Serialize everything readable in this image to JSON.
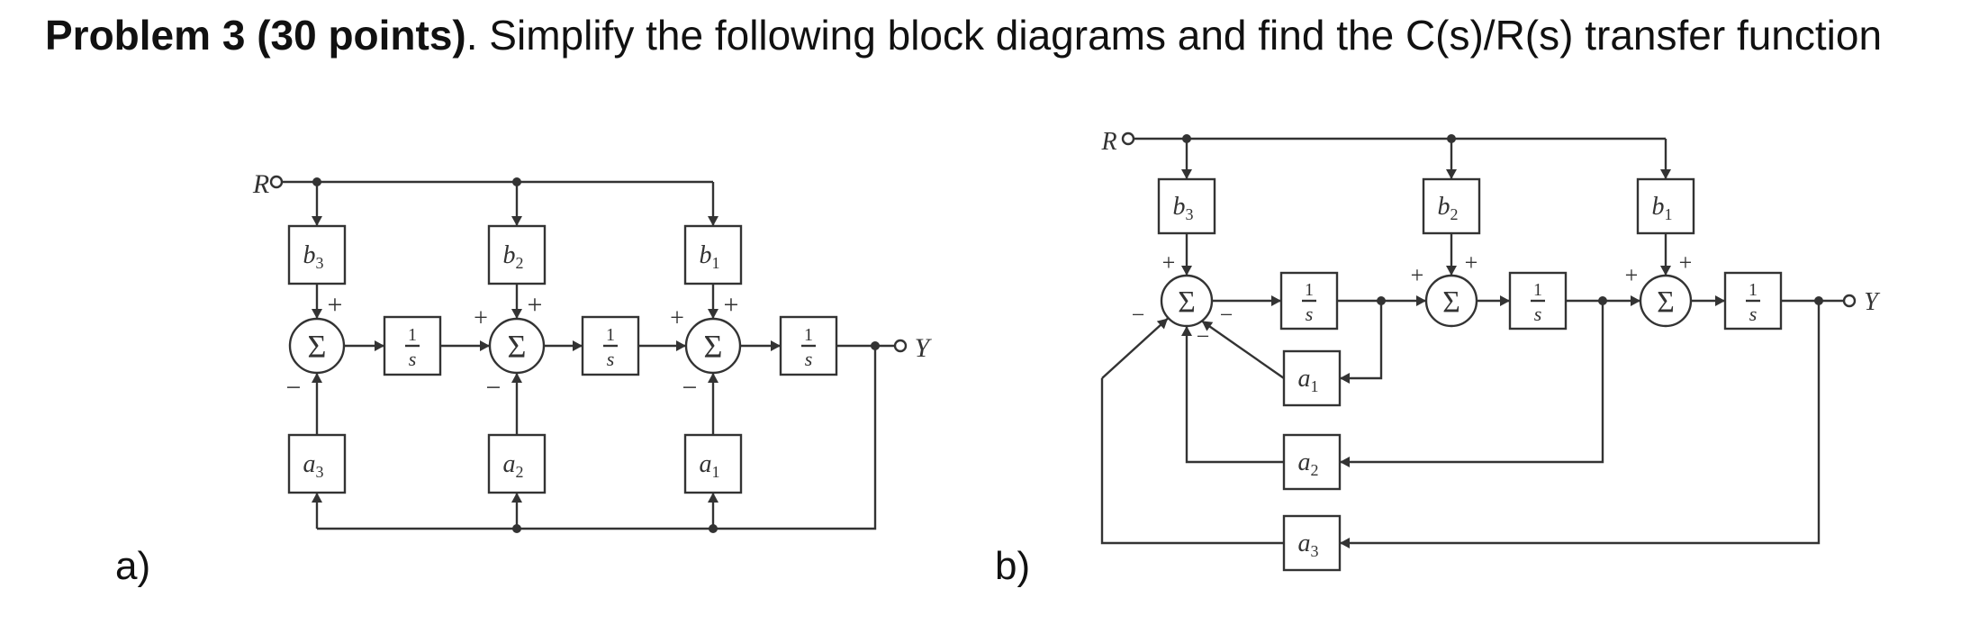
{
  "heading": {
    "bold": "Problem 3 (30 points)",
    "rest": ". Simplify the following block diagrams and find the C(s)/R(s) transfer function"
  },
  "part_a": {
    "label": "a)",
    "input": "R",
    "output": "Y",
    "b_gains": [
      {
        "v": "b",
        "s": "3"
      },
      {
        "v": "b",
        "s": "2"
      },
      {
        "v": "b",
        "s": "1"
      }
    ],
    "a_gains": [
      {
        "v": "a",
        "s": "3"
      },
      {
        "v": "a",
        "s": "2"
      },
      {
        "v": "a",
        "s": "1"
      }
    ],
    "integrator": {
      "num": "1",
      "den": "s"
    },
    "sum_symbol": "Σ",
    "plus": "+",
    "minus": "−"
  },
  "part_b": {
    "label": "b)",
    "input": "R",
    "output": "Y",
    "b_gains": [
      {
        "v": "b",
        "s": "3"
      },
      {
        "v": "b",
        "s": "2"
      },
      {
        "v": "b",
        "s": "1"
      }
    ],
    "a_gains": [
      {
        "v": "a",
        "s": "1"
      },
      {
        "v": "a",
        "s": "2"
      },
      {
        "v": "a",
        "s": "3"
      }
    ],
    "integrator": {
      "num": "1",
      "den": "s"
    },
    "sum_symbol": "Σ",
    "plus": "+",
    "minus": "−"
  }
}
